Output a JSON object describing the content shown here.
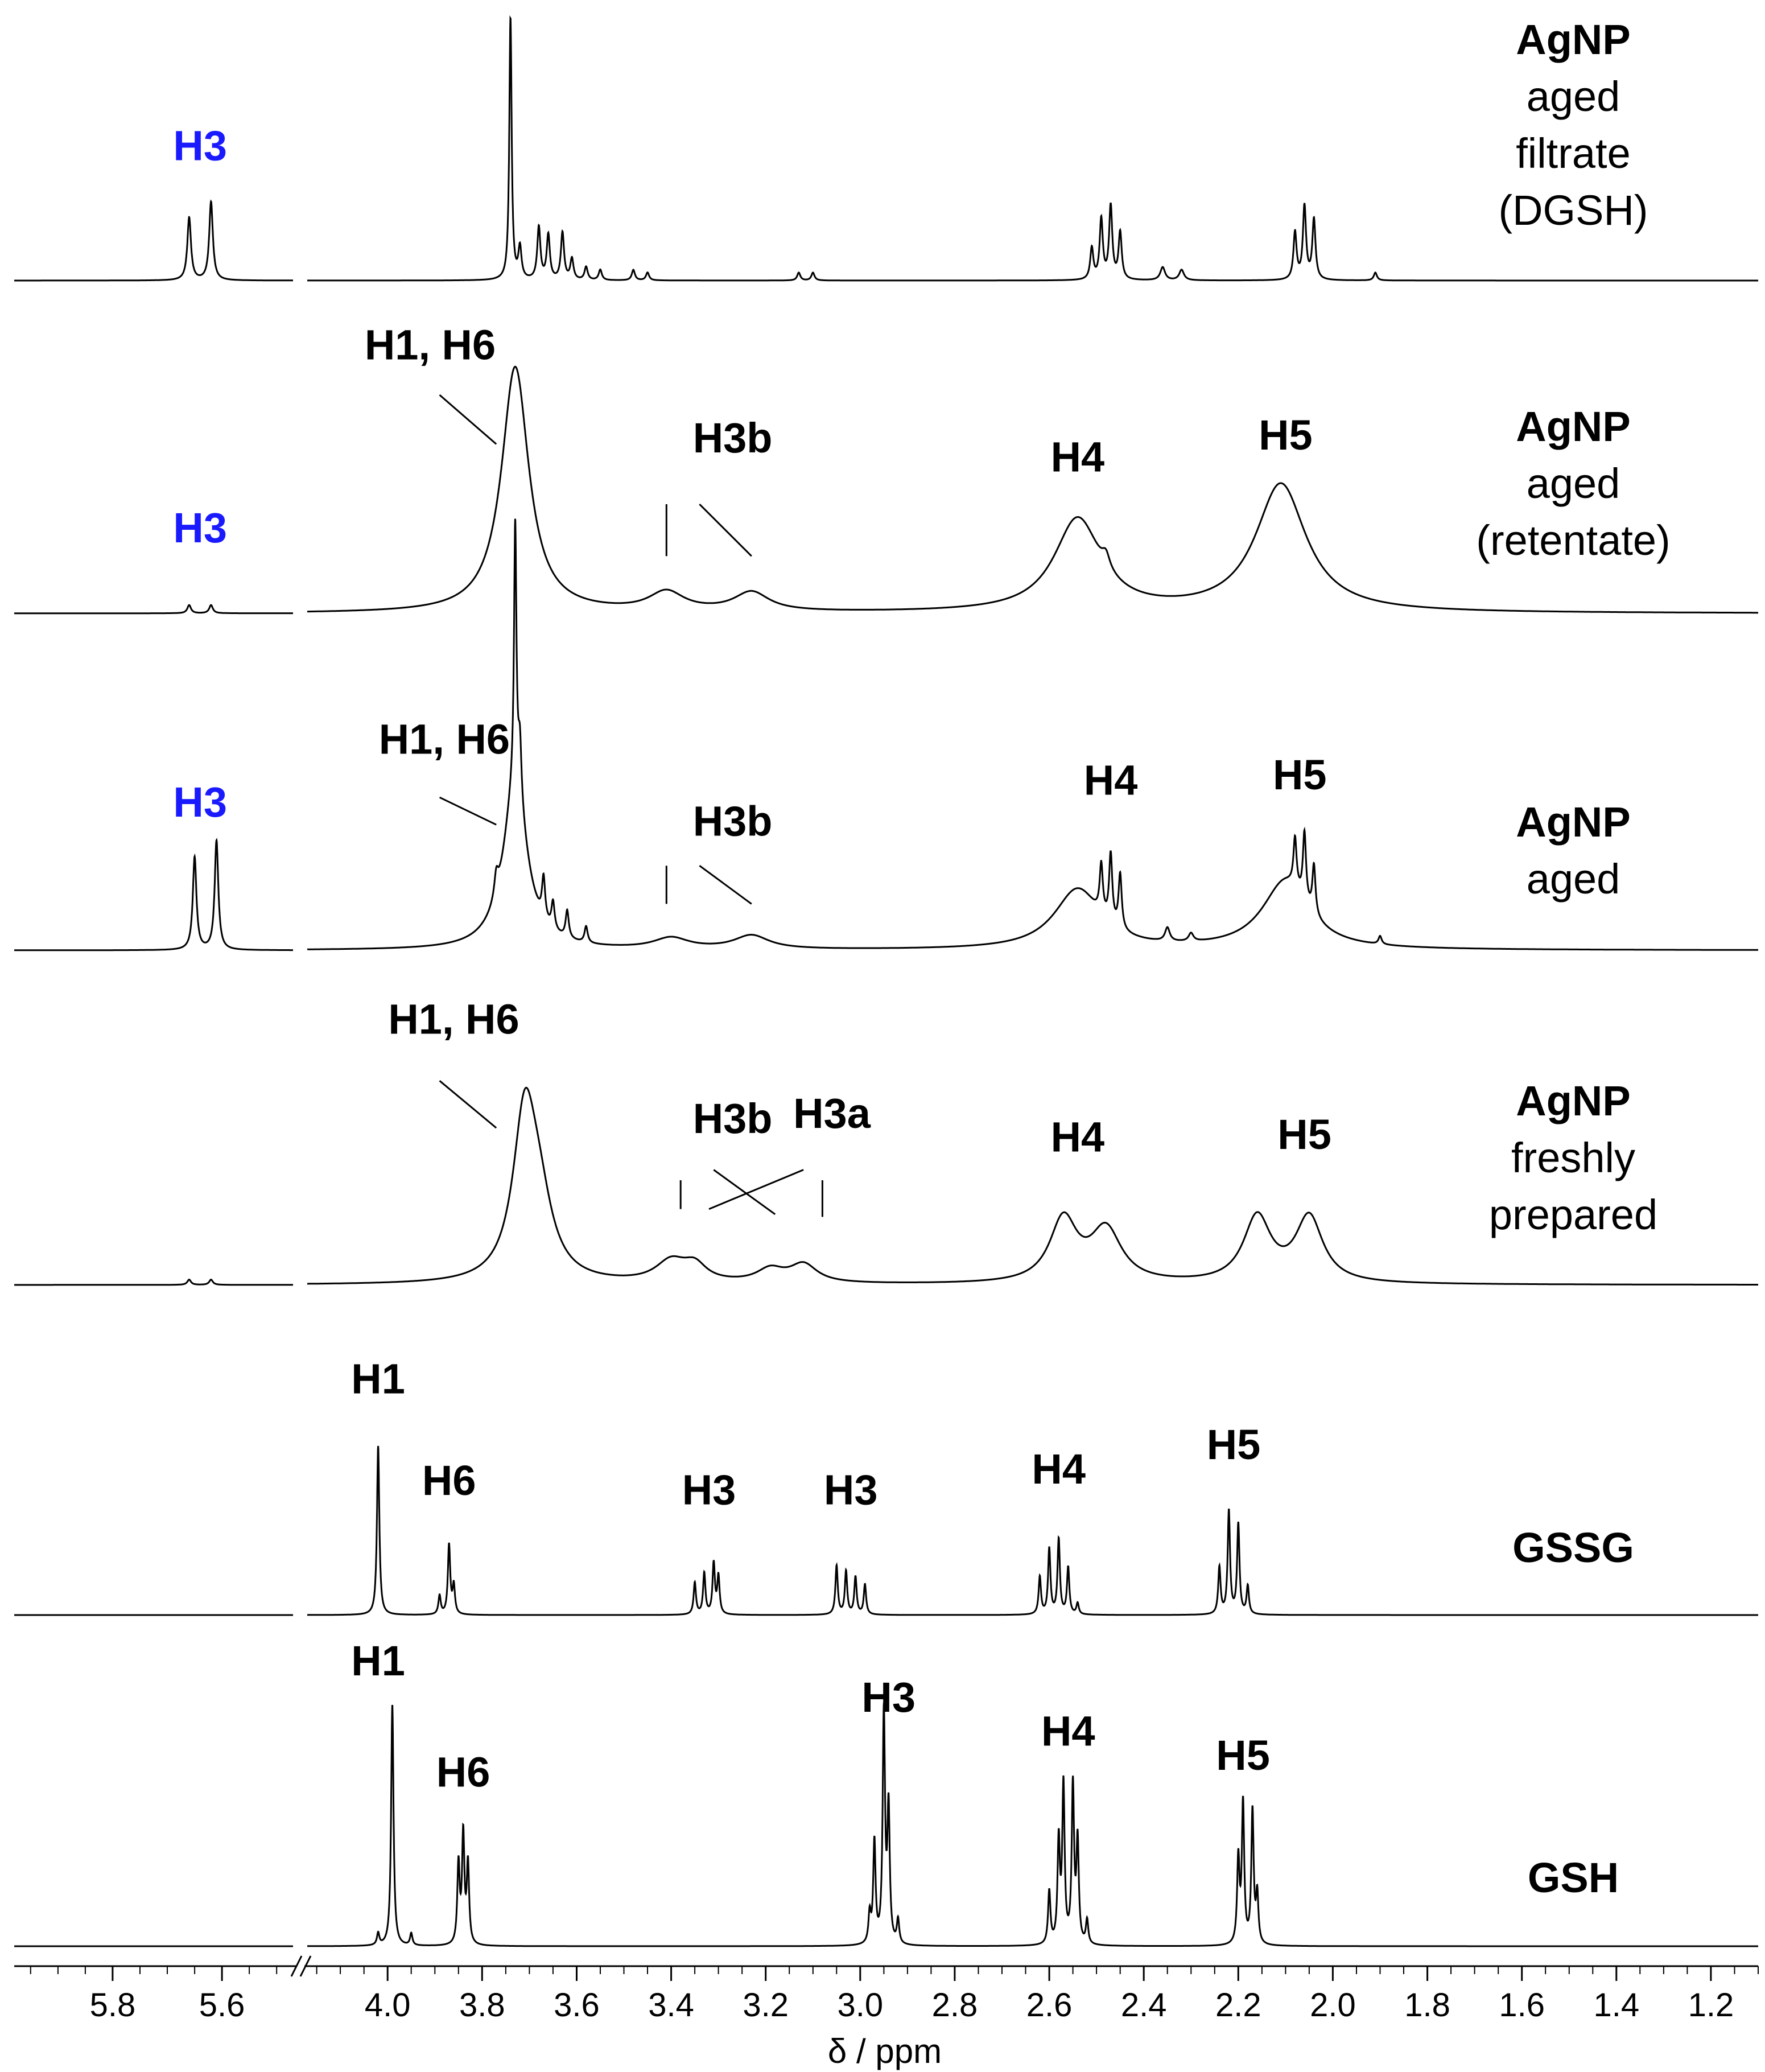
{
  "chart_data": {
    "type": "line",
    "title": "",
    "xlabel": "δ / ppm",
    "ylabel": "",
    "xlim_left_segment": [
      5.98,
      5.47
    ],
    "xlim_right_segment": [
      4.17,
      1.1
    ],
    "x_reversed": true,
    "axis_break": true,
    "grid": false,
    "x_ticks": [
      "5.8",
      "5.6",
      "4.0",
      "3.8",
      "3.6",
      "3.4",
      "3.2",
      "3.0",
      "2.8",
      "2.6",
      "2.4",
      "2.2",
      "2.0",
      "1.8",
      "1.6",
      "1.4",
      "1.2"
    ],
    "series": [
      {
        "sample": [
          "AgNP",
          "aged",
          "filtrate",
          "(DGSH)"
        ],
        "peaks": [
          {
            "x": 5.66,
            "h": 0.24,
            "w": 0.004
          },
          {
            "x": 5.62,
            "h": 0.3,
            "w": 0.004
          },
          {
            "x": 3.74,
            "h": 1.0,
            "w": 0.003
          },
          {
            "x": 3.72,
            "h": 0.12,
            "w": 0.004
          },
          {
            "x": 3.68,
            "h": 0.2,
            "w": 0.004
          },
          {
            "x": 3.66,
            "h": 0.17,
            "w": 0.004
          },
          {
            "x": 3.63,
            "h": 0.18,
            "w": 0.004
          },
          {
            "x": 3.61,
            "h": 0.08,
            "w": 0.004
          },
          {
            "x": 3.58,
            "h": 0.05,
            "w": 0.004
          },
          {
            "x": 3.55,
            "h": 0.04,
            "w": 0.004
          },
          {
            "x": 3.48,
            "h": 0.04,
            "w": 0.004
          },
          {
            "x": 3.45,
            "h": 0.03,
            "w": 0.004
          },
          {
            "x": 3.13,
            "h": 0.03,
            "w": 0.004
          },
          {
            "x": 3.1,
            "h": 0.03,
            "w": 0.004
          },
          {
            "x": 2.51,
            "h": 0.12,
            "w": 0.004
          },
          {
            "x": 2.49,
            "h": 0.23,
            "w": 0.004
          },
          {
            "x": 2.47,
            "h": 0.28,
            "w": 0.004
          },
          {
            "x": 2.45,
            "h": 0.18,
            "w": 0.004
          },
          {
            "x": 2.36,
            "h": 0.05,
            "w": 0.006
          },
          {
            "x": 2.32,
            "h": 0.04,
            "w": 0.006
          },
          {
            "x": 2.08,
            "h": 0.18,
            "w": 0.004
          },
          {
            "x": 2.06,
            "h": 0.28,
            "w": 0.004
          },
          {
            "x": 2.04,
            "h": 0.23,
            "w": 0.004
          },
          {
            "x": 1.91,
            "h": 0.03,
            "w": 0.004
          }
        ],
        "labels": [
          {
            "text": "H3",
            "x": 5.64,
            "y": 0.46,
            "color": "#1a1aff"
          }
        ],
        "leaders": []
      },
      {
        "sample": [
          "AgNP",
          "aged",
          "(retentate)"
        ],
        "peaks": [
          {
            "x": 5.66,
            "h": 0.03,
            "w": 0.004
          },
          {
            "x": 5.62,
            "h": 0.03,
            "w": 0.004
          },
          {
            "x": 3.73,
            "h": 0.9,
            "w": 0.035
          },
          {
            "x": 3.41,
            "h": 0.07,
            "w": 0.045
          },
          {
            "x": 3.23,
            "h": 0.07,
            "w": 0.045
          },
          {
            "x": 2.54,
            "h": 0.34,
            "w": 0.06
          },
          {
            "x": 2.48,
            "h": 0.05,
            "w": 0.01
          },
          {
            "x": 2.11,
            "h": 0.47,
            "w": 0.065
          }
        ],
        "labels": [
          {
            "text": "H3",
            "x": 5.64,
            "y": 0.26,
            "color": "#1a1aff"
          },
          {
            "text": "H1, H6",
            "x": 3.91,
            "y": 0.93,
            "color": "#000000"
          },
          {
            "text": "H3b",
            "x": 3.27,
            "y": 0.59,
            "color": "#000000"
          },
          {
            "text": "H4",
            "x": 2.54,
            "y": 0.52,
            "color": "#000000"
          },
          {
            "text": "H5",
            "x": 2.1,
            "y": 0.6,
            "color": "#000000"
          }
        ],
        "leaders": [
          {
            "x1": 3.89,
            "y1": 0.8,
            "x2": 3.77,
            "y2": 0.62
          },
          {
            "x1": 3.41,
            "y1": 0.4,
            "x2": 3.41,
            "y2": 0.21
          },
          {
            "x1": 3.34,
            "y1": 0.4,
            "x2": 3.23,
            "y2": 0.21
          }
        ]
      },
      {
        "sample": [
          "AgNP",
          "aged"
        ],
        "peaks": [
          {
            "x": 5.65,
            "h": 0.34,
            "w": 0.004
          },
          {
            "x": 5.61,
            "h": 0.4,
            "w": 0.004
          },
          {
            "x": 3.73,
            "h": 0.6,
            "w": 0.03
          },
          {
            "x": 3.73,
            "h": 0.95,
            "w": 0.003
          },
          {
            "x": 3.72,
            "h": 0.2,
            "w": 0.004
          },
          {
            "x": 3.67,
            "h": 0.15,
            "w": 0.004
          },
          {
            "x": 3.65,
            "h": 0.1,
            "w": 0.004
          },
          {
            "x": 3.62,
            "h": 0.1,
            "w": 0.004
          },
          {
            "x": 3.58,
            "h": 0.06,
            "w": 0.004
          },
          {
            "x": 3.77,
            "h": 0.08,
            "w": 0.005
          },
          {
            "x": 3.4,
            "h": 0.04,
            "w": 0.045
          },
          {
            "x": 3.23,
            "h": 0.05,
            "w": 0.045
          },
          {
            "x": 2.54,
            "h": 0.22,
            "w": 0.06
          },
          {
            "x": 2.49,
            "h": 0.18,
            "w": 0.004
          },
          {
            "x": 2.47,
            "h": 0.25,
            "w": 0.004
          },
          {
            "x": 2.45,
            "h": 0.2,
            "w": 0.004
          },
          {
            "x": 2.35,
            "h": 0.05,
            "w": 0.006
          },
          {
            "x": 2.3,
            "h": 0.03,
            "w": 0.006
          },
          {
            "x": 2.1,
            "h": 0.25,
            "w": 0.06
          },
          {
            "x": 2.08,
            "h": 0.18,
            "w": 0.004
          },
          {
            "x": 2.06,
            "h": 0.25,
            "w": 0.004
          },
          {
            "x": 2.04,
            "h": 0.18,
            "w": 0.004
          },
          {
            "x": 1.9,
            "h": 0.03,
            "w": 0.004
          }
        ],
        "labels": [
          {
            "text": "H3",
            "x": 5.64,
            "y": 0.49,
            "color": "#1a1aff"
          },
          {
            "text": "H1, H6",
            "x": 3.88,
            "y": 0.72,
            "color": "#000000"
          },
          {
            "text": "H3b",
            "x": 3.27,
            "y": 0.42,
            "color": "#000000"
          },
          {
            "text": "H4",
            "x": 2.47,
            "y": 0.57,
            "color": "#000000"
          },
          {
            "text": "H5",
            "x": 2.07,
            "y": 0.59,
            "color": "#000000"
          }
        ],
        "leaders": [
          {
            "x1": 3.89,
            "y1": 0.56,
            "x2": 3.77,
            "y2": 0.46
          },
          {
            "x1": 3.41,
            "y1": 0.31,
            "x2": 3.41,
            "y2": 0.17
          },
          {
            "x1": 3.34,
            "y1": 0.31,
            "x2": 3.23,
            "y2": 0.17
          }
        ]
      },
      {
        "sample": [
          "AgNP",
          "freshly",
          "prepared"
        ],
        "peaks": [
          {
            "x": 5.66,
            "h": 0.02,
            "w": 0.004
          },
          {
            "x": 5.62,
            "h": 0.02,
            "w": 0.004
          },
          {
            "x": 3.71,
            "h": 0.6,
            "w": 0.03
          },
          {
            "x": 3.68,
            "h": 0.25,
            "w": 0.035
          },
          {
            "x": 3.4,
            "h": 0.08,
            "w": 0.04
          },
          {
            "x": 3.35,
            "h": 0.06,
            "w": 0.03
          },
          {
            "x": 3.19,
            "h": 0.05,
            "w": 0.035
          },
          {
            "x": 3.12,
            "h": 0.07,
            "w": 0.035
          },
          {
            "x": 2.57,
            "h": 0.24,
            "w": 0.035
          },
          {
            "x": 2.48,
            "h": 0.2,
            "w": 0.04
          },
          {
            "x": 2.16,
            "h": 0.25,
            "w": 0.035
          },
          {
            "x": 2.05,
            "h": 0.25,
            "w": 0.035
          }
        ],
        "labels": [
          {
            "text": "H1, H6",
            "x": 3.86,
            "y": 0.96,
            "color": "#000000"
          },
          {
            "text": "H3b",
            "x": 3.27,
            "y": 0.58,
            "color": "#000000"
          },
          {
            "text": "H3a",
            "x": 3.06,
            "y": 0.6,
            "color": "#000000"
          },
          {
            "text": "H4",
            "x": 2.54,
            "y": 0.51,
            "color": "#000000"
          },
          {
            "text": "H5",
            "x": 2.06,
            "y": 0.52,
            "color": "#000000"
          }
        ],
        "leaders": [
          {
            "x1": 3.89,
            "y1": 0.78,
            "x2": 3.77,
            "y2": 0.6
          },
          {
            "x1": 3.38,
            "y1": 0.4,
            "x2": 3.38,
            "y2": 0.29
          },
          {
            "x1": 3.08,
            "y1": 0.4,
            "x2": 3.08,
            "y2": 0.26
          },
          {
            "x1": 3.32,
            "y1": 0.29,
            "x2": 3.12,
            "y2": 0.44
          },
          {
            "x1": 3.31,
            "y1": 0.44,
            "x2": 3.18,
            "y2": 0.27
          }
        ]
      },
      {
        "sample": [
          "GSSG"
        ],
        "peaks": [
          {
            "x": 4.02,
            "h": 0.9,
            "w": 0.003
          },
          {
            "x": 3.89,
            "h": 0.1,
            "w": 0.003
          },
          {
            "x": 3.87,
            "h": 0.37,
            "w": 0.003
          },
          {
            "x": 3.86,
            "h": 0.15,
            "w": 0.003
          },
          {
            "x": 3.35,
            "h": 0.17,
            "w": 0.003
          },
          {
            "x": 3.33,
            "h": 0.22,
            "w": 0.003
          },
          {
            "x": 3.31,
            "h": 0.27,
            "w": 0.003
          },
          {
            "x": 3.3,
            "h": 0.2,
            "w": 0.003
          },
          {
            "x": 3.05,
            "h": 0.26,
            "w": 0.003
          },
          {
            "x": 3.03,
            "h": 0.23,
            "w": 0.003
          },
          {
            "x": 3.01,
            "h": 0.2,
            "w": 0.003
          },
          {
            "x": 2.99,
            "h": 0.16,
            "w": 0.003
          },
          {
            "x": 2.62,
            "h": 0.2,
            "w": 0.003
          },
          {
            "x": 2.6,
            "h": 0.35,
            "w": 0.003
          },
          {
            "x": 2.58,
            "h": 0.4,
            "w": 0.003
          },
          {
            "x": 2.56,
            "h": 0.25,
            "w": 0.003
          },
          {
            "x": 2.54,
            "h": 0.06,
            "w": 0.003
          },
          {
            "x": 2.24,
            "h": 0.25,
            "w": 0.003
          },
          {
            "x": 2.22,
            "h": 0.55,
            "w": 0.003
          },
          {
            "x": 2.2,
            "h": 0.48,
            "w": 0.003
          },
          {
            "x": 2.18,
            "h": 0.15,
            "w": 0.003
          }
        ],
        "labels": [
          {
            "text": "H1",
            "x": 4.02,
            "y": 1.18,
            "color": "#000000"
          },
          {
            "text": "H6",
            "x": 3.87,
            "y": 0.64,
            "color": "#000000"
          },
          {
            "text": "H3",
            "x": 3.32,
            "y": 0.59,
            "color": "#000000"
          },
          {
            "text": "H3",
            "x": 3.02,
            "y": 0.59,
            "color": "#000000"
          },
          {
            "text": "H4",
            "x": 2.58,
            "y": 0.7,
            "color": "#000000"
          },
          {
            "text": "H5",
            "x": 2.21,
            "y": 0.83,
            "color": "#000000"
          }
        ],
        "leaders": []
      },
      {
        "sample": [
          "GSH"
        ],
        "peaks": [
          {
            "x": 4.02,
            "h": 0.05,
            "w": 0.003
          },
          {
            "x": 3.99,
            "h": 1.0,
            "w": 0.003
          },
          {
            "x": 3.95,
            "h": 0.05,
            "w": 0.003
          },
          {
            "x": 3.85,
            "h": 0.33,
            "w": 0.003
          },
          {
            "x": 3.84,
            "h": 0.45,
            "w": 0.003
          },
          {
            "x": 3.83,
            "h": 0.33,
            "w": 0.003
          },
          {
            "x": 2.98,
            "h": 0.12,
            "w": 0.003
          },
          {
            "x": 2.97,
            "h": 0.42,
            "w": 0.003
          },
          {
            "x": 2.95,
            "h": 0.95,
            "w": 0.003
          },
          {
            "x": 2.94,
            "h": 0.55,
            "w": 0.003
          },
          {
            "x": 2.92,
            "h": 0.1,
            "w": 0.003
          },
          {
            "x": 2.6,
            "h": 0.22,
            "w": 0.003
          },
          {
            "x": 2.58,
            "h": 0.42,
            "w": 0.003
          },
          {
            "x": 2.57,
            "h": 0.65,
            "w": 0.003
          },
          {
            "x": 2.55,
            "h": 0.65,
            "w": 0.003
          },
          {
            "x": 2.54,
            "h": 0.42,
            "w": 0.003
          },
          {
            "x": 2.52,
            "h": 0.1,
            "w": 0.003
          },
          {
            "x": 2.2,
            "h": 0.35,
            "w": 0.003
          },
          {
            "x": 2.19,
            "h": 0.58,
            "w": 0.003
          },
          {
            "x": 2.17,
            "h": 0.55,
            "w": 0.003
          },
          {
            "x": 2.16,
            "h": 0.2,
            "w": 0.003
          }
        ],
        "labels": [
          {
            "text": "H1",
            "x": 4.02,
            "y": 1.12,
            "color": "#000000"
          },
          {
            "text": "H6",
            "x": 3.84,
            "y": 0.66,
            "color": "#000000"
          },
          {
            "text": "H3",
            "x": 2.94,
            "y": 0.97,
            "color": "#000000"
          },
          {
            "text": "H4",
            "x": 2.56,
            "y": 0.83,
            "color": "#000000"
          },
          {
            "text": "H5",
            "x": 2.19,
            "y": 0.73,
            "color": "#000000"
          }
        ],
        "leaders": []
      }
    ]
  }
}
